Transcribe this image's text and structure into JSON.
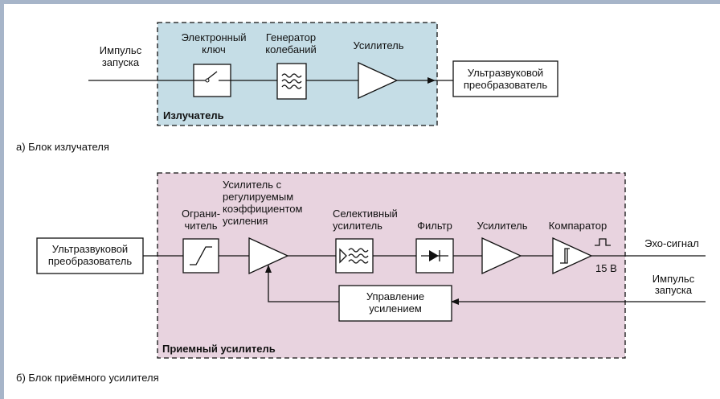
{
  "emitter": {
    "input_line1": "Импульс",
    "input_line2": "запуска",
    "switch_label_line1": "Электронный",
    "switch_label_line2": "ключ",
    "generator_label_line1": "Генератор",
    "generator_label_line2": "колебаний",
    "amplifier_label": "Усилитель",
    "transducer_line1": "Ультразвуковой",
    "transducer_line2": "преобразователь",
    "block_title": "Излучатель",
    "caption": "а) Блок излучателя",
    "fill_color": "#c5dde6"
  },
  "receiver": {
    "transducer_line1": "Ультразвуковой",
    "transducer_line2": "преобразователь",
    "limiter_line1": "Ограни-",
    "limiter_line2": "читель",
    "vga_line1": "Усилитель с",
    "vga_line2": "регулируемым",
    "vga_line3": "коэффициентом",
    "vga_line4": "усиления",
    "selective_line1": "Селективный",
    "selective_line2": "усилитель",
    "filter_label": "Фильтр",
    "amplifier_label": "Усилитель",
    "comparator_label": "Компаратор",
    "output_label": "Эхо-сигнал",
    "voltage_label": "15 В",
    "trigger_line1": "Импульс",
    "trigger_line2": "запуска",
    "gain_control_line1": "Управление",
    "gain_control_line2": "усилением",
    "block_title": "Приемный усилитель",
    "caption": "б) Блок приёмного усилителя",
    "fill_color": "#e8d3df"
  },
  "frame_color": "#a7b5c9"
}
